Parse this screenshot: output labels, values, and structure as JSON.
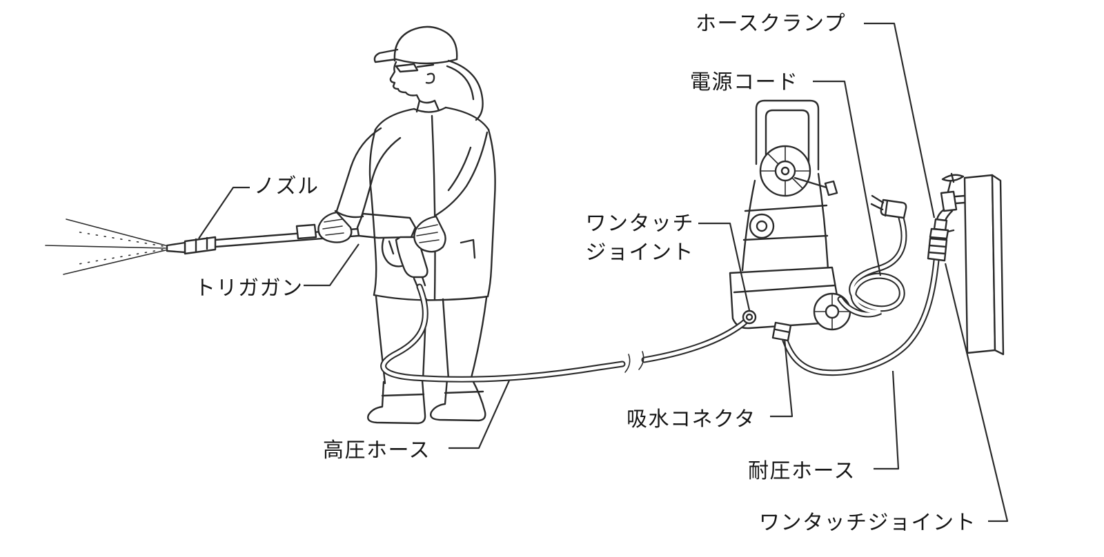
{
  "colors": {
    "line": "#2a2a2a",
    "text": "#161616",
    "background": "#ffffff"
  },
  "labels": {
    "hose_clamp": "ホースクランプ",
    "power_cord": "電源コード",
    "nozzle": "ノズル",
    "one_touch_joint_machine_line1": "ワンタッチ",
    "one_touch_joint_machine_line2": "ジョイント",
    "trigger_gun": "トリガガン",
    "water_intake_connector": "吸水コネクタ",
    "high_pressure_hose": "高圧ホース",
    "pressure_hose": "耐圧ホース",
    "one_touch_joint_tap": "ワンタッチジョイント"
  }
}
